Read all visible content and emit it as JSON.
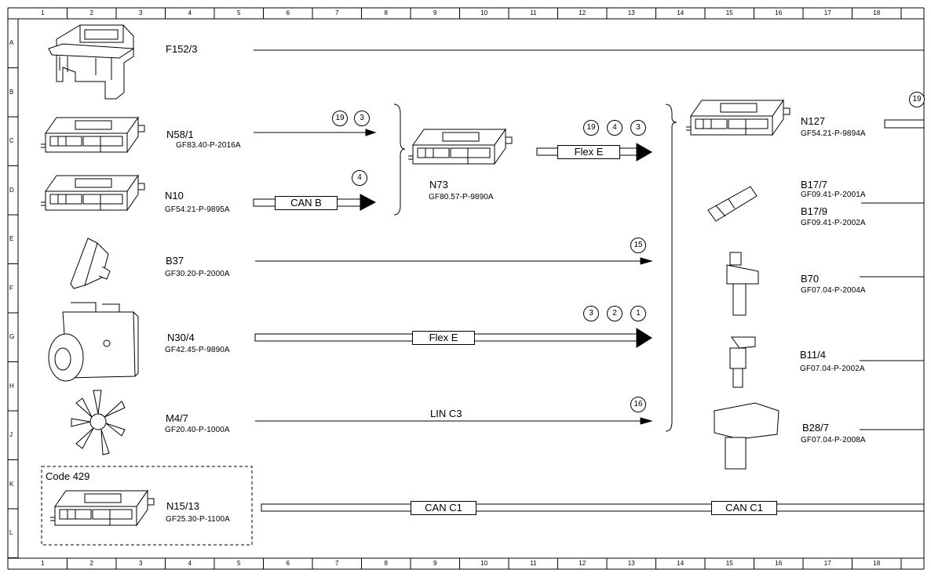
{
  "grid": {
    "columns": [
      "1",
      "2",
      "3",
      "4",
      "5",
      "6",
      "7",
      "8",
      "9",
      "10",
      "11",
      "12",
      "13",
      "14",
      "15",
      "16",
      "17",
      "18"
    ],
    "rows": [
      "A",
      "B",
      "C",
      "D",
      "E",
      "F",
      "G",
      "H",
      "J",
      "K",
      "L"
    ]
  },
  "components": {
    "f152_3": {
      "code": "F152/3",
      "ref": ""
    },
    "n58_1": {
      "code": "N58/1",
      "ref": "GF83.40-P-2016A"
    },
    "n10": {
      "code": "N10",
      "ref": "GF54.21-P-9895A"
    },
    "b37": {
      "code": "B37",
      "ref": "GF30.20-P-2000A"
    },
    "n30_4": {
      "code": "N30/4",
      "ref": "GF42.45-P-9890A"
    },
    "m4_7": {
      "code": "M4/7",
      "ref": "GF20.40-P-1000A"
    },
    "n15_13": {
      "code": "N15/13",
      "ref": "GF25.30-P-1100A"
    },
    "n73": {
      "code": "N73",
      "ref": "GF80.57-P-9890A"
    },
    "n127": {
      "code": "N127",
      "ref": "GF54.21-P-9894A"
    },
    "b17_7": {
      "code": "B17/7",
      "ref": "GF09.41-P-2001A"
    },
    "b17_9": {
      "code": "B17/9",
      "ref": "GF09.41-P-2002A"
    },
    "b70": {
      "code": "B70",
      "ref": "GF07.04-P-2004A"
    },
    "b11_4": {
      "code": "B11/4",
      "ref": "GF07.04-P-2002A"
    },
    "b28_7": {
      "code": "B28/7",
      "ref": "GF07.04-P-2008A"
    }
  },
  "optional_group": {
    "label": "Code 429"
  },
  "buses": {
    "can_b": "CAN B",
    "flex_e_n73": "Flex E",
    "flex_e_n30": "Flex E",
    "lin_c3": "LIN C3",
    "can_c1_a": "CAN C1",
    "can_c1_b": "CAN C1"
  },
  "markers": {
    "n58_1": [
      "19",
      "3"
    ],
    "n10": [
      "4"
    ],
    "n73": [
      "19",
      "4",
      "3"
    ],
    "b37": [
      "15"
    ],
    "n30_4": [
      "3",
      "2",
      "1"
    ],
    "m4_7": [
      "16"
    ],
    "n127": [
      "19"
    ]
  }
}
